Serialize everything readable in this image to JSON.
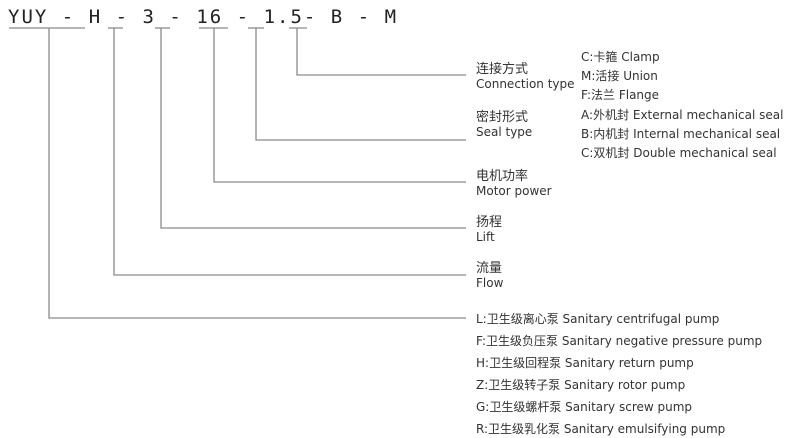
{
  "code": {
    "segments": [
      "YUY",
      "-",
      "H",
      "-",
      "3",
      "-",
      "16",
      "-",
      "1.5",
      "-",
      "B",
      "-",
      "M"
    ]
  },
  "fields": [
    {
      "zh": "连接方式",
      "en": "Connection type",
      "options": [
        "C:卡箍 Clamp",
        "M:活接 Union",
        "F:法兰 Flange"
      ]
    },
    {
      "zh": "密封形式",
      "en": "Seal type",
      "options": [
        "A:外机封 External mechanical seal",
        "B:内机封 Internal mechanical seal",
        "C:双机封 Double mechanical seal"
      ]
    },
    {
      "zh": "电机功率",
      "en": "Motor power"
    },
    {
      "zh": "扬程",
      "en": "Lift"
    },
    {
      "zh": "流量",
      "en": "Flow"
    },
    {
      "options": [
        "L:卫生级离心泵 Sanitary centrifugal pump",
        "F:卫生级负压泵 Sanitary negative pressure pump",
        "H:卫生级回程泵 Sanitary return pump",
        "Z:卫生级转子泵 Sanitary rotor pump",
        "G:卫生级螺杆泵 Sanitary screw pump",
        "R:卫生级乳化泵 Sanitary emulsifying pump"
      ]
    }
  ],
  "line_color": "#8a8a8a"
}
